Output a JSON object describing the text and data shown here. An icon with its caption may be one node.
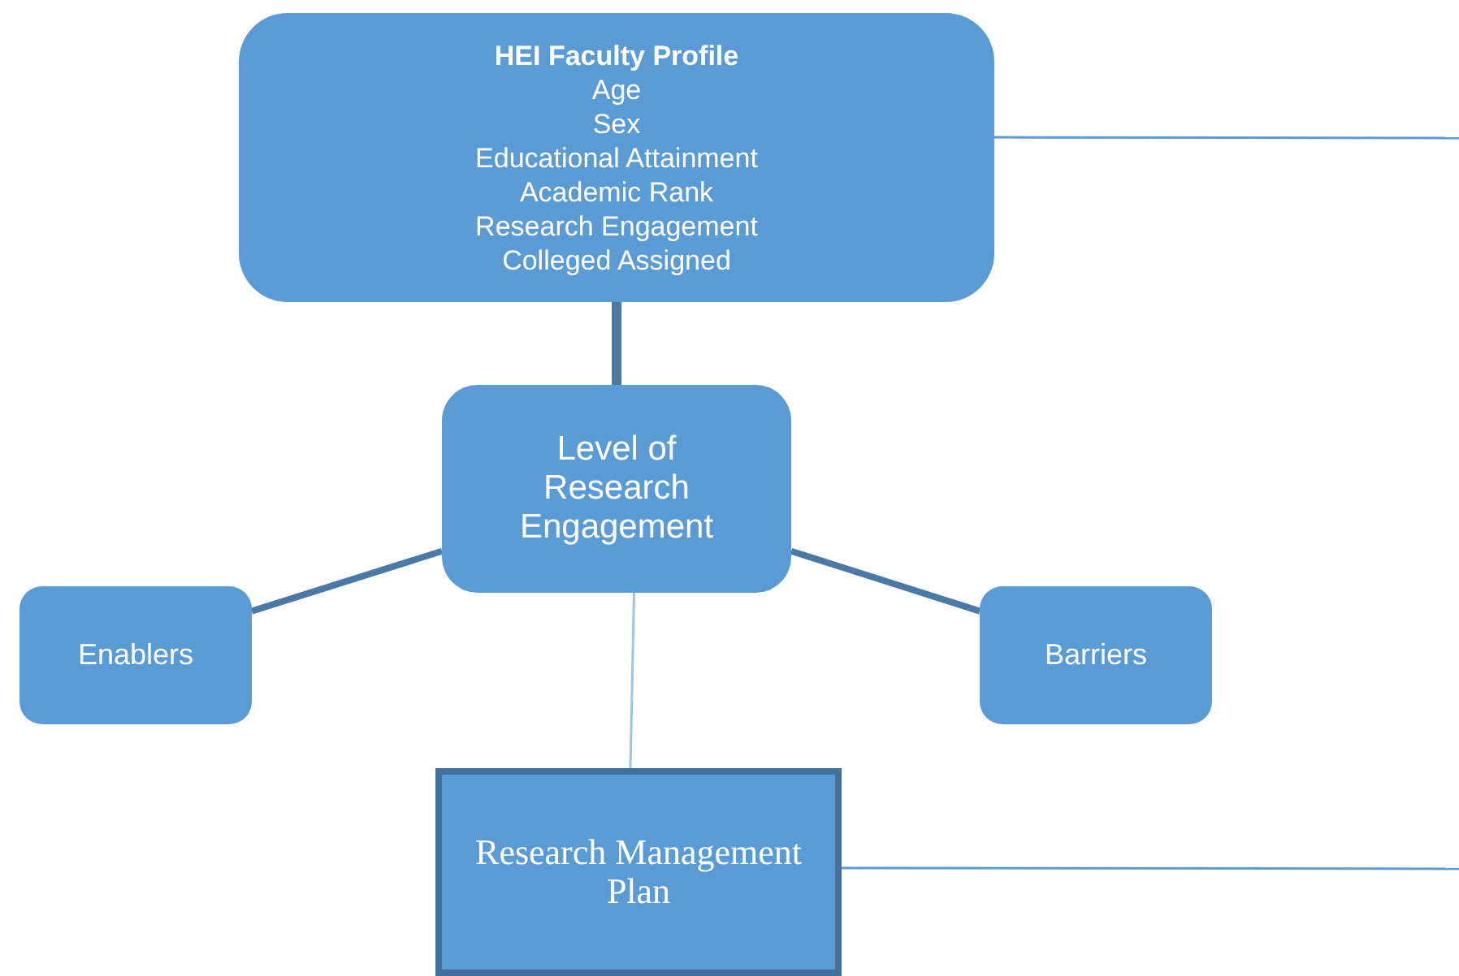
{
  "diagram": {
    "nodes": [
      {
        "text": [
          "HEI Faculty Profile",
          "Age",
          "Sex",
          "Educational Attainment",
          "Academic Rank",
          "Research Engagement",
          "Colleged Assigned"
        ]
      },
      {
        "text": [
          "Level of Research Engagement"
        ]
      },
      {
        "text": [
          "Enablers"
        ]
      },
      {
        "text": [
          "Barriers"
        ]
      },
      {
        "text": [
          "Research Management Plan"
        ]
      }
    ],
    "edges": [
      {
        "from": 0,
        "to": 1,
        "arrow": "none",
        "style": "thick"
      },
      {
        "from": 1,
        "to": 2,
        "arrow": "none",
        "style": "thick"
      },
      {
        "from": 1,
        "to": 3,
        "arrow": "none",
        "style": "thick"
      },
      {
        "from": 1,
        "to": 4,
        "arrow": "none",
        "color": "#9dc3e6"
      },
      {
        "from": 0,
        "to": null,
        "arrow": "none",
        "color": "#5b9bd5"
      },
      {
        "from": 4,
        "to": null,
        "arrow": "none",
        "color": "#5b9bd5"
      }
    ]
  }
}
